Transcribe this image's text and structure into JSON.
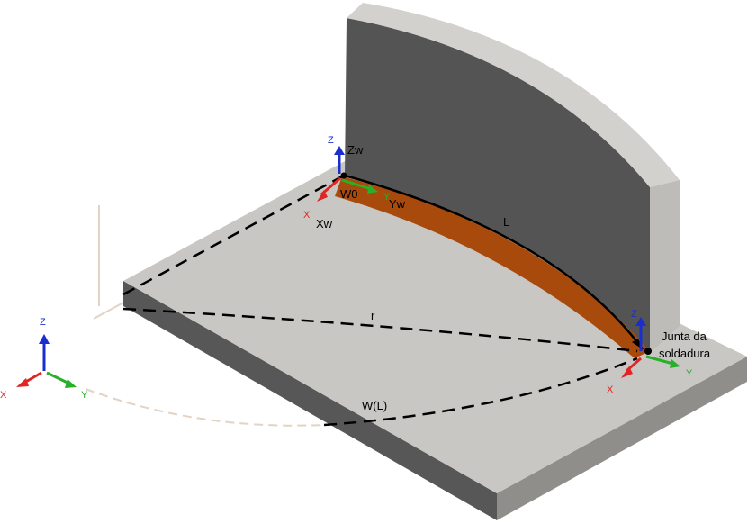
{
  "labels": {
    "z_w": "Zw",
    "w0": "W0",
    "y_w": "Yw",
    "x_w": "Xw",
    "l": "L",
    "r": "r",
    "w_l": "W(L)",
    "weld_joint_line1": "Junta da",
    "weld_joint_line2": "soldadura"
  },
  "triads": {
    "start": {
      "z": "Z",
      "y": "Y",
      "x": "X"
    },
    "end": {
      "z": "Z",
      "y": "Y",
      "x": "X"
    },
    "global": {
      "z": "Z",
      "y": "Y",
      "x": "X"
    }
  },
  "colors": {
    "plate_top": "#c8c6c3",
    "plate_front": "#5a5a5a",
    "plate_side": "#9a9895",
    "wall_face": "#555555",
    "wall_top": "#d0cfcc",
    "wall_side": "#b9b8b5",
    "weld_bead": "#a84a0c",
    "axis_z": "#1a2ed0",
    "axis_y": "#28b028",
    "axis_x": "#e02525",
    "ghost": "#d8c8b8"
  }
}
